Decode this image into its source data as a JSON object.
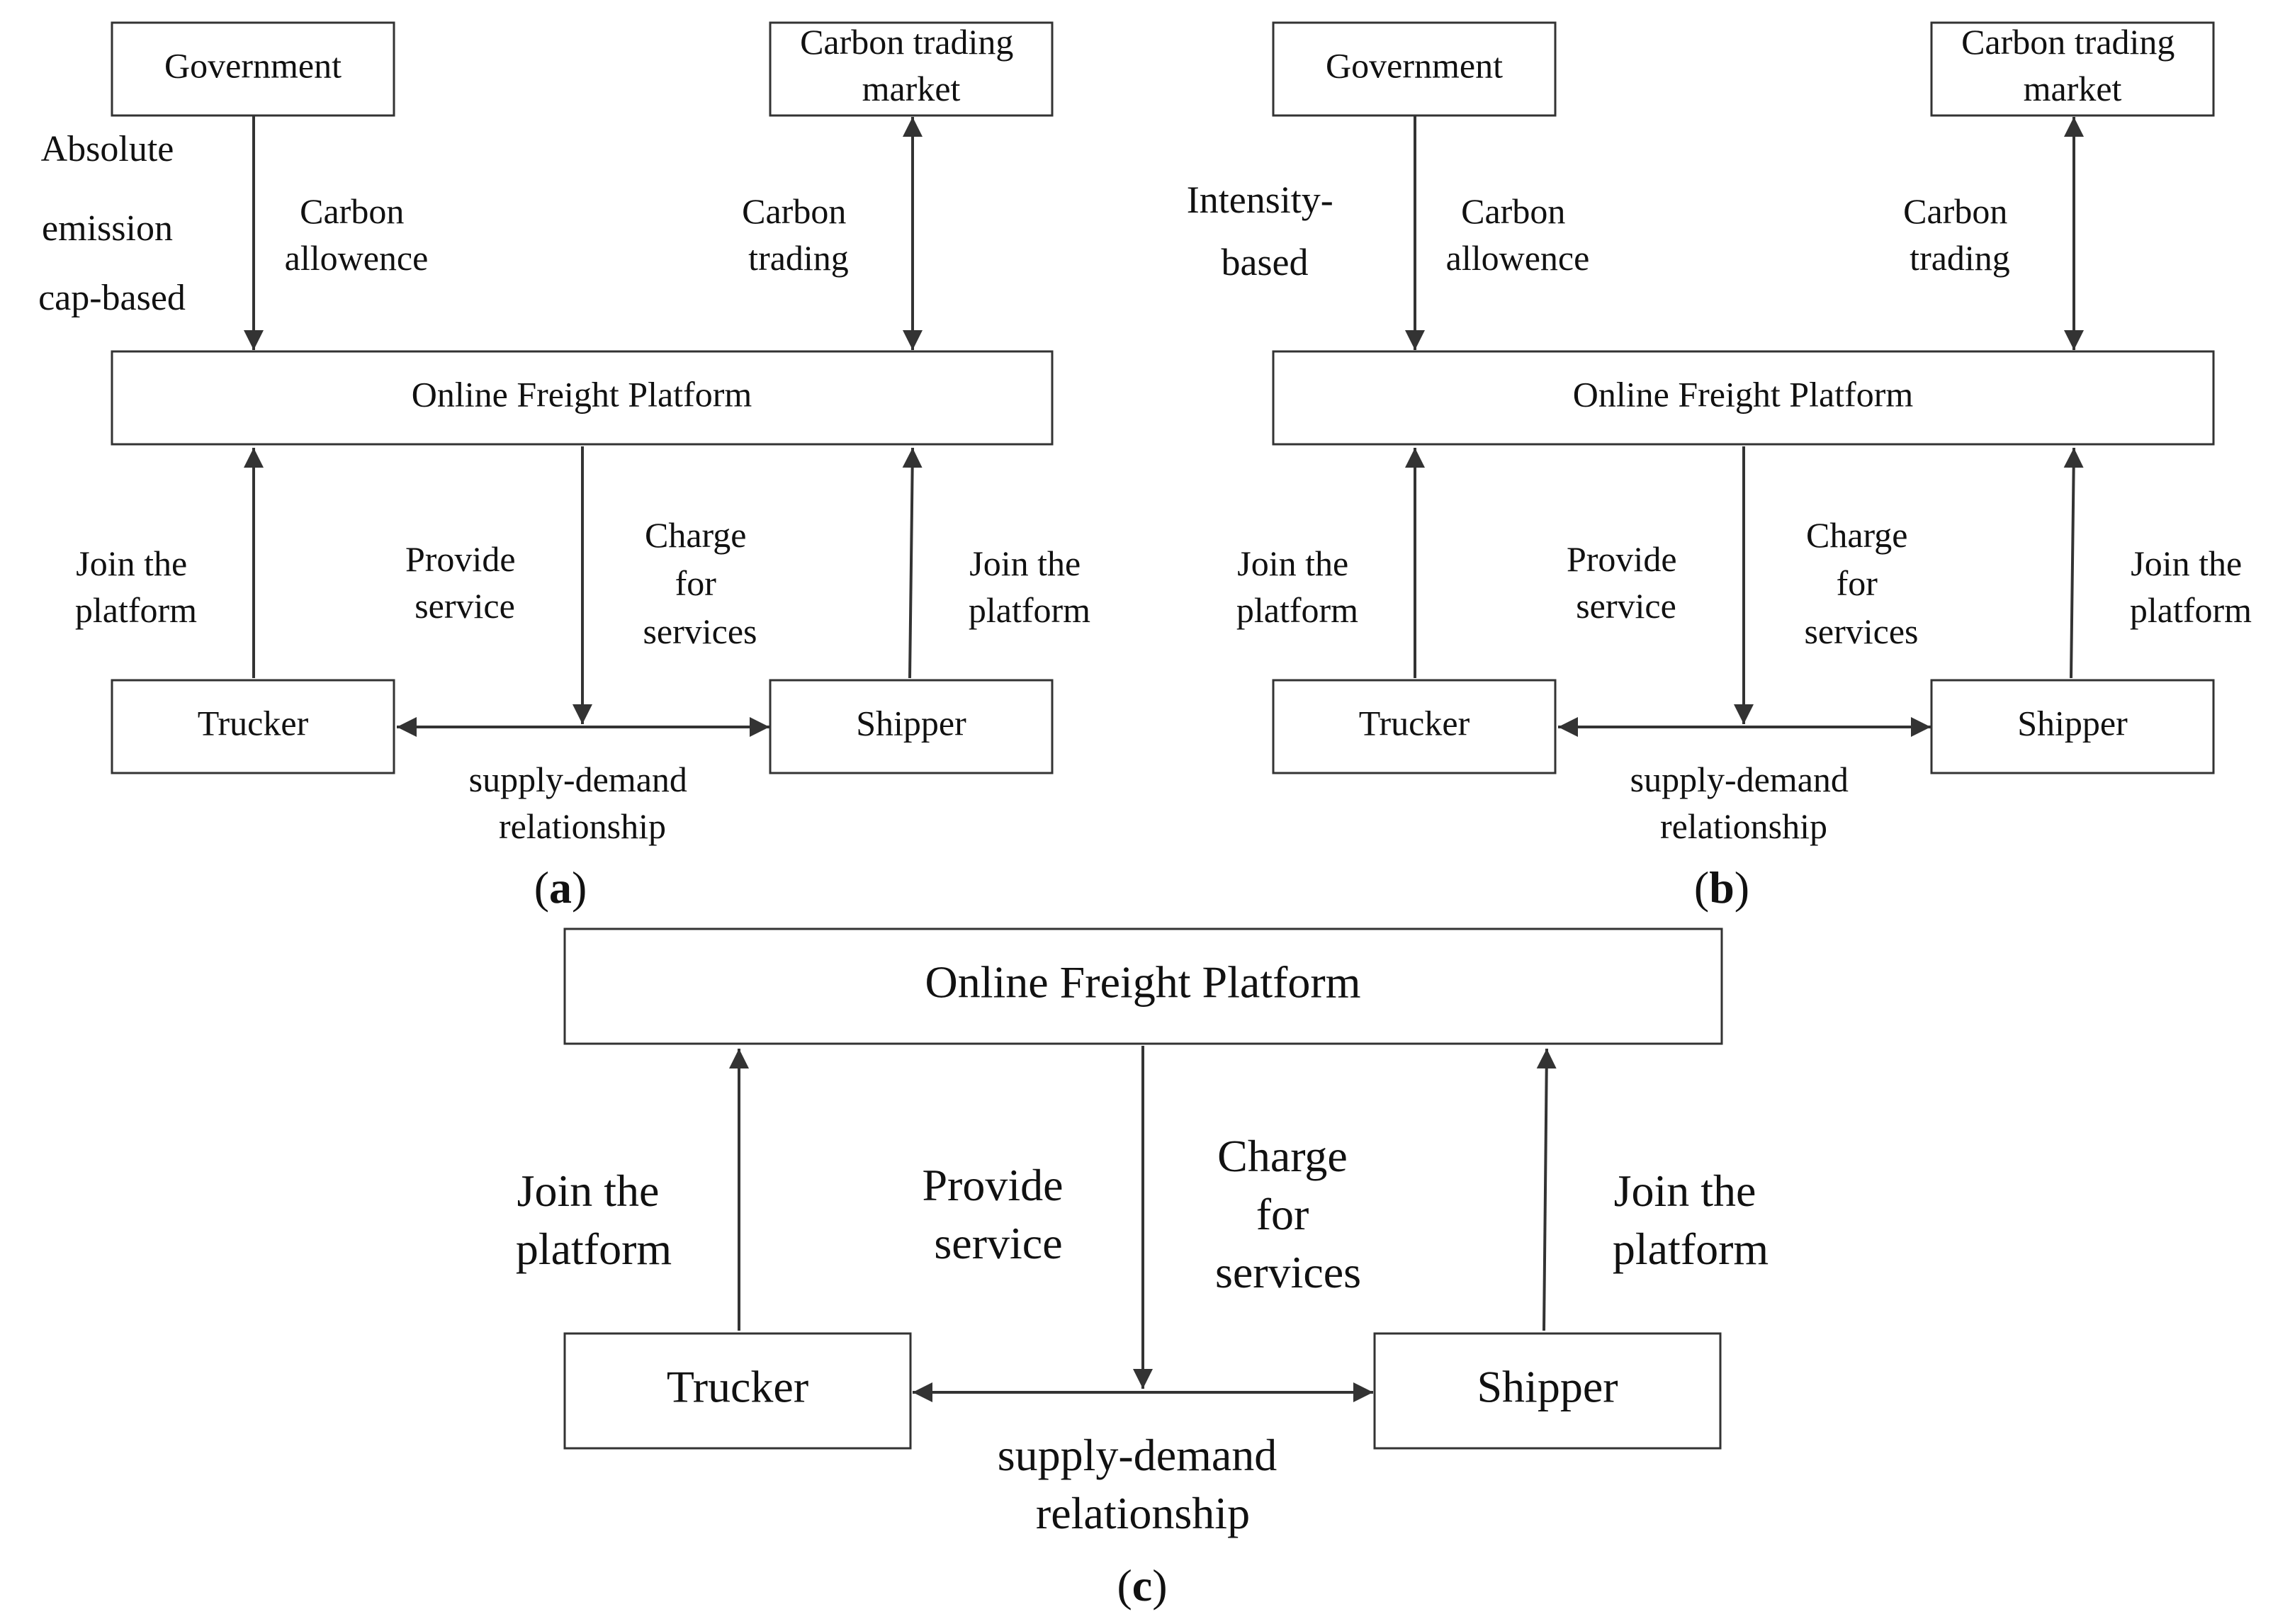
{
  "panel_a": {
    "boxes": {
      "government": "Government",
      "carbon_market": [
        "Carbon trading",
        "market"
      ],
      "platform": "Online Freight Platform",
      "trucker": "Trucker",
      "shipper": "Shipper"
    },
    "scheme": [
      "Absolute",
      "emission",
      "cap-based"
    ],
    "labels": {
      "carbon_allowance": [
        "Carbon",
        "allowence"
      ],
      "carbon_trading": [
        "Carbon",
        "trading"
      ],
      "join_left": [
        "Join the",
        "platform"
      ],
      "provide": [
        "Provide",
        "service"
      ],
      "charge": [
        "Charge",
        "for",
        "services"
      ],
      "join_right": [
        "Join the",
        "platform"
      ],
      "supply": [
        "supply-demand",
        "relationship"
      ]
    },
    "caption": {
      "open": "(",
      "letter": "a",
      "close": ")"
    }
  },
  "panel_b": {
    "boxes": {
      "government": "Government",
      "carbon_market": [
        "Carbon trading",
        "market"
      ],
      "platform": "Online Freight Platform",
      "trucker": "Trucker",
      "shipper": "Shipper"
    },
    "scheme": [
      "Intensity-",
      "based"
    ],
    "labels": {
      "carbon_allowance": [
        "Carbon",
        "allowence"
      ],
      "carbon_trading": [
        "Carbon",
        "trading"
      ],
      "join_left": [
        "Join the",
        "platform"
      ],
      "provide": [
        "Provide",
        "service"
      ],
      "charge": [
        "Charge",
        "for",
        "services"
      ],
      "join_right": [
        "Join the",
        "platform"
      ],
      "supply": [
        "supply-demand",
        "relationship"
      ]
    },
    "caption": {
      "open": "(",
      "letter": "b",
      "close": ")"
    }
  },
  "panel_c": {
    "boxes": {
      "platform": "Online Freight Platform",
      "trucker": "Trucker",
      "shipper": "Shipper"
    },
    "labels": {
      "join_left": [
        "Join the",
        "platform"
      ],
      "provide": [
        "Provide",
        "service"
      ],
      "charge": [
        "Charge",
        "for",
        "services"
      ],
      "join_right": [
        "Join the",
        "platform"
      ],
      "supply": [
        "supply-demand",
        "relationship"
      ]
    },
    "caption": {
      "open": "(",
      "letter": "c",
      "close": ")"
    }
  }
}
